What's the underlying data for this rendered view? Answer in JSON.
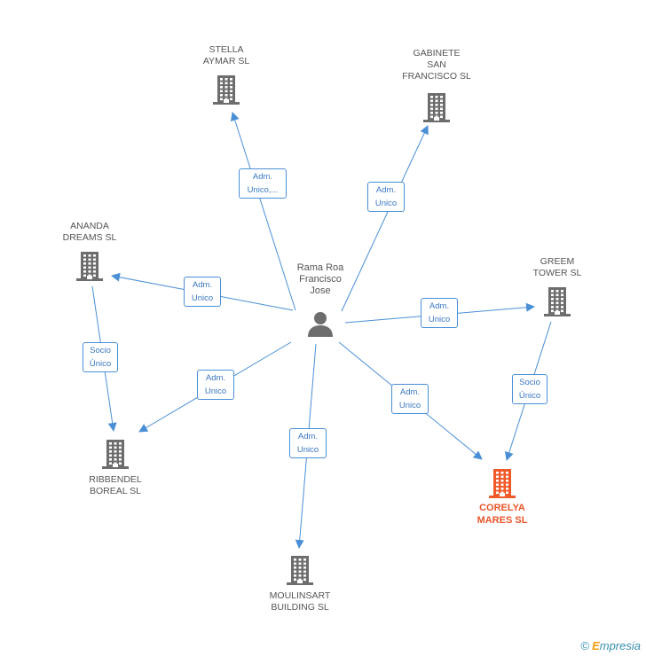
{
  "colors": {
    "edge": "#4a8fd6",
    "company_icon": "#6d6d6d",
    "focus_icon": "#f05a28",
    "person_icon": "#6d6d6d"
  },
  "person": {
    "name": "Rama Roa\nFrancisco\nJose",
    "icon": "person-icon"
  },
  "companies": [
    {
      "id": "stella",
      "name": "STELLA\nAYMAR SL",
      "icon": "building-icon"
    },
    {
      "id": "gabinete",
      "name": "GABINETE\nSAN\nFRANCISCO SL",
      "icon": "building-icon"
    },
    {
      "id": "ananda",
      "name": "ANANDA\nDREAMS SL",
      "icon": "building-icon"
    },
    {
      "id": "greem",
      "name": "GREEM\nTOWER SL",
      "icon": "building-icon"
    },
    {
      "id": "ribbendel",
      "name": "RIBBENDEL\nBOREAL SL",
      "icon": "building-icon"
    },
    {
      "id": "corelya",
      "name": "CORELYA\nMARES SL",
      "icon": "building-icon",
      "focus": true
    },
    {
      "id": "moulinsart",
      "name": "MOULINSART\nBUILDING SL",
      "icon": "building-icon"
    }
  ],
  "relations": [
    {
      "from": "person",
      "to": "stella",
      "label": "Adm.\nUnico,..."
    },
    {
      "from": "person",
      "to": "gabinete",
      "label": "Adm.\nUnico"
    },
    {
      "from": "person",
      "to": "ananda",
      "label": "Adm.\nUnico"
    },
    {
      "from": "person",
      "to": "greem",
      "label": "Adm.\nUnico"
    },
    {
      "from": "person",
      "to": "ribbendel",
      "label": "Adm.\nUnico"
    },
    {
      "from": "person",
      "to": "corelya",
      "label": "Adm.\nUnico"
    },
    {
      "from": "person",
      "to": "moulinsart",
      "label": "Adm.\nUnico"
    },
    {
      "from": "ananda",
      "to": "ribbendel",
      "label": "Socio\nÚnico"
    },
    {
      "from": "greem",
      "to": "corelya",
      "label": "Socio\nÚnico"
    }
  ],
  "footer": {
    "copyright_symbol": "©",
    "brand_initial": "E",
    "brand_rest": "mpresia"
  }
}
